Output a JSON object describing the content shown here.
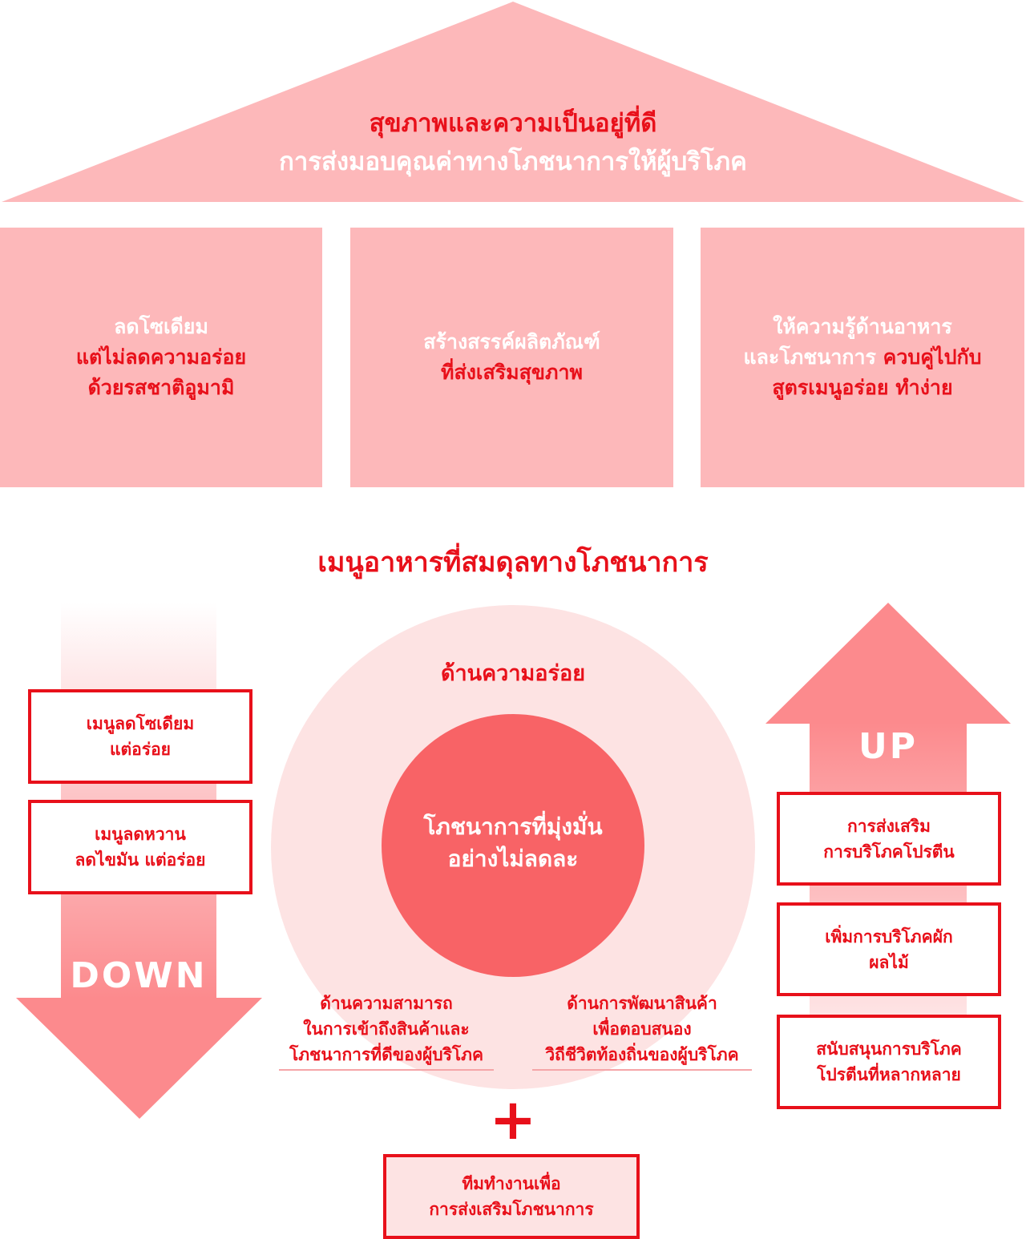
{
  "roof": {
    "title": "สุขภาพและความเป็นอยู่ที่ดี",
    "subtitle": "การส่งมอบคุณค่าทางโภชนาการให้ผู้บริโภค"
  },
  "pillars": [
    {
      "line1": "ลดโซเดียม",
      "line2": "แต่ไม่ลดความอร่อย",
      "line3": "ด้วยรสชาติอูมามิ"
    },
    {
      "line1": "สร้างสรรค์ผลิตภัณฑ์",
      "line2": "ที่ส่งเสริมสุขภาพ"
    },
    {
      "line1": "ให้ความรู้ด้านอาหาร",
      "line2a": "และโภชนาการ ",
      "line2b": "ควบคู่ไปกับ",
      "line3": "สูตรเมนูอร่อย ทำง่าย"
    }
  ],
  "section_title": "เมนูอาหารที่สมดุลทางโภชนาการ",
  "down": {
    "label": "DOWN",
    "items": [
      {
        "line1": "เมนูลดโซเดียม",
        "line2": "แต่อร่อย"
      },
      {
        "line1": "เมนูลดหวาน",
        "line2": "ลดไขมัน แต่อร่อย"
      }
    ]
  },
  "up": {
    "label": "UP",
    "items": [
      {
        "line1": "การส่งเสริม",
        "line2": "การบริโภคโปรตีน"
      },
      {
        "line1": "เพิ่มการบริโภคผัก",
        "line2": "ผลไม้"
      },
      {
        "line1": "สนับสนุนการบริโภค",
        "line2": "โปรตีนที่หลากหลาย"
      }
    ]
  },
  "circle": {
    "outer_label": "ด้านความอร่อย",
    "inner_line1": "โภชนาการที่มุ่งมั่น",
    "inner_line2": "อย่างไม่ลดละ",
    "left_aspect": {
      "line1": "ด้านความสามารถ",
      "line2": "ในการเข้าถึงสินค้าและ",
      "line3": "โภชนาการที่ดีของผู้บริโภค"
    },
    "right_aspect": {
      "line1": "ด้านการพัฒนาสินค้า",
      "line2": "เพื่อตอบสนอง",
      "line3": "วิถีชีวิตท้องถิ่นของผู้บริโภค"
    }
  },
  "plus_symbol": "+",
  "team": {
    "line1": "ทีมทำงานเพื่อ",
    "line2": "การส่งเสริมโภชนาการ"
  },
  "colors": {
    "red": "#e8101a",
    "pink": "#fdb8ba",
    "arrow": "#fc8a8d",
    "circle_light": "#fde3e3",
    "circle_dark": "#f86366"
  }
}
